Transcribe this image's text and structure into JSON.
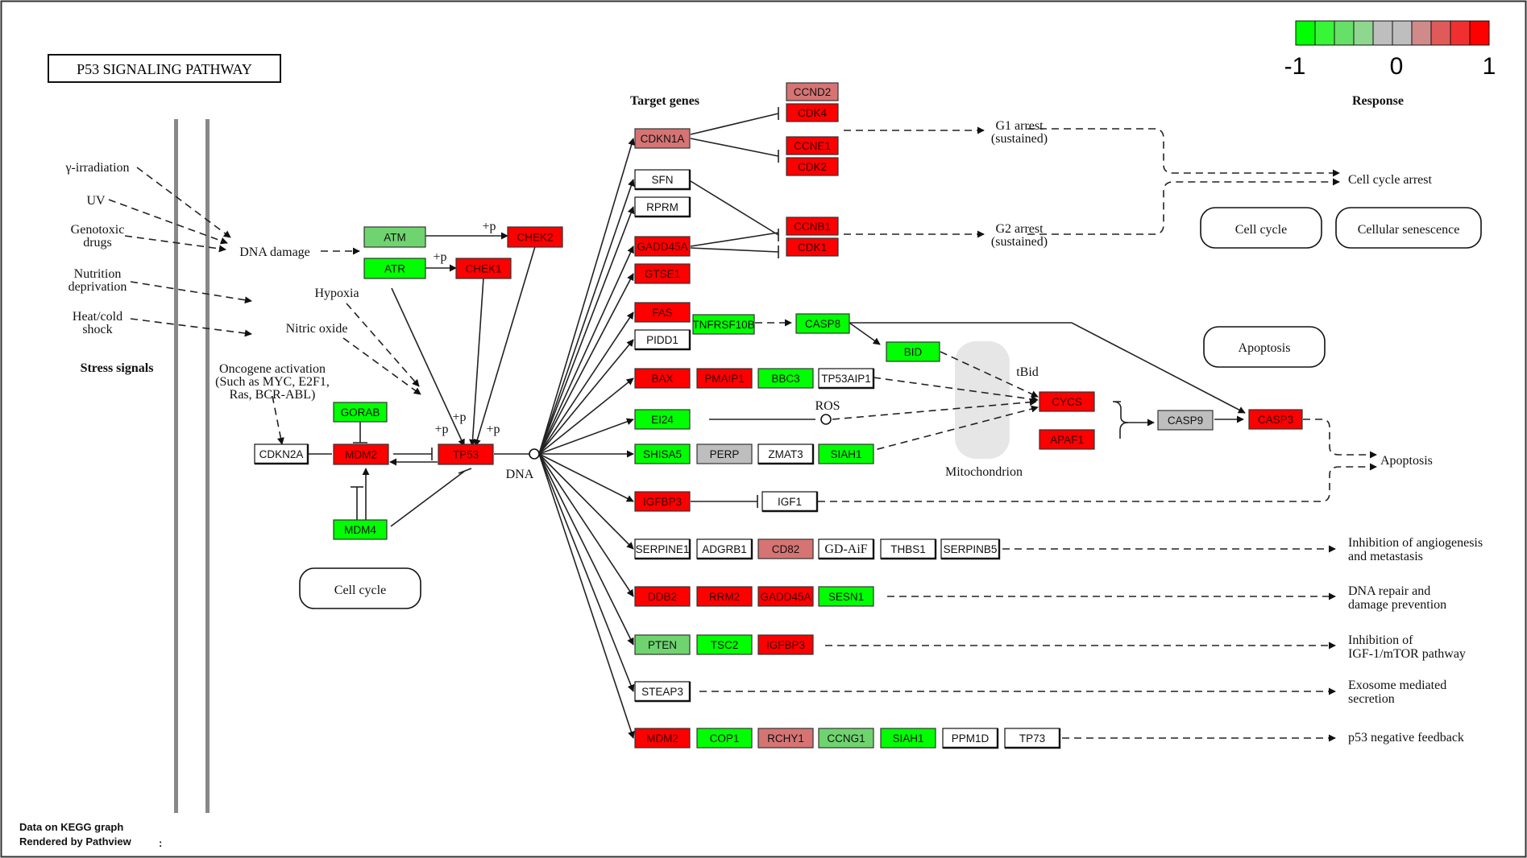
{
  "title": "P53  SIGNALING  PATHWAY",
  "colors": {
    "up": "#ff0000",
    "up_mid": "#d67474",
    "neutral": "#bebebe",
    "down_mid": "#6fd46f",
    "down": "#00ff00",
    "none": "#ffffff"
  },
  "legend": {
    "min_label": "-1",
    "mid_label": "0",
    "max_label": "1",
    "colors": [
      "#00ff00",
      "#38f538",
      "#66e066",
      "#8fd68f",
      "#bebebe",
      "#bebebe",
      "#d08a8a",
      "#e05a5a",
      "#f03030",
      "#ff0000"
    ]
  },
  "labels": {
    "target_genes": "Target genes",
    "response": "Response",
    "stress_signals": "Stress signals",
    "gamma": "γ-irradiation",
    "uv": "UV",
    "genotoxic_1": "Genotoxic",
    "genotoxic_2": "drugs",
    "nutrition_1": "Nutrition",
    "nutrition_2": "deprivation",
    "heat_1": "Heat/cold",
    "heat_2": "shock",
    "dna_damage": "DNA damage",
    "hypoxia": "Hypoxia",
    "nitric_oxide": "Nitric oxide",
    "oncogene_1": "Oncogene activation",
    "oncogene_2": "(Such as MYC, E2F1,",
    "oncogene_3": "Ras, BCR-ABL)",
    "dna": "DNA",
    "plus_p": "+p",
    "ros": "ROS",
    "tbid": "tBid",
    "mitochondrion": "Mitochondrion",
    "g1_1": "G1 arrest",
    "g1_2": "(sustained)",
    "g2_1": "G2 arrest",
    "g2_2": "(sustained)",
    "cell_cycle_arrest": "Cell cycle arrest",
    "apoptosis": "Apoptosis",
    "angio_1": "Inhibition of angiogenesis",
    "angio_2": "and metastasis",
    "dnarepair_1": "DNA repair and",
    "dnarepair_2": "damage prevention",
    "igf_1": "Inhibition of",
    "igf_2": "IGF-1/mTOR pathway",
    "exo_1": "Exosome mediated",
    "exo_2": "secretion",
    "feedback": "p53 negative feedback",
    "footer_1": "Data on KEGG graph",
    "footer_2": "Rendered by Pathview",
    "footer_mark": ":"
  },
  "pathway_boxes": {
    "cell_cycle_left": "Cell cycle",
    "cell_cycle_right": "Cell cycle",
    "senescence": "Cellular senescence",
    "apoptosis": "Apoptosis"
  },
  "genes": {
    "ATM": {
      "label": "ATM",
      "status": "down_mid"
    },
    "ATR": {
      "label": "ATR",
      "status": "down"
    },
    "CHEK2": {
      "label": "CHEK2",
      "status": "up"
    },
    "CHEK1": {
      "label": "CHEK1",
      "status": "up"
    },
    "GORAB": {
      "label": "GORAB",
      "status": "down"
    },
    "CDKN2A": {
      "label": "CDKN2A",
      "status": "none"
    },
    "MDM2_core": {
      "label": "MDM2",
      "status": "up"
    },
    "TP53": {
      "label": "TP53",
      "status": "up"
    },
    "MDM4": {
      "label": "MDM4",
      "status": "down"
    },
    "CCND2": {
      "label": "CCND2",
      "status": "up_mid"
    },
    "CDK4": {
      "label": "CDK4",
      "status": "up"
    },
    "CCNE1": {
      "label": "CCNE1",
      "status": "up"
    },
    "CDK2": {
      "label": "CDK2",
      "status": "up"
    },
    "CCNB1": {
      "label": "CCNB1",
      "status": "up"
    },
    "CDK1": {
      "label": "CDK1",
      "status": "up"
    },
    "CDKN1A": {
      "label": "CDKN1A",
      "status": "up_mid"
    },
    "SFN": {
      "label": "SFN",
      "status": "none"
    },
    "RPRM": {
      "label": "RPRM",
      "status": "none"
    },
    "GADD45A": {
      "label": "GADD45A",
      "status": "up"
    },
    "GTSE1": {
      "label": "GTSE1",
      "status": "up"
    },
    "FAS": {
      "label": "FAS",
      "status": "up"
    },
    "PIDD1": {
      "label": "PIDD1",
      "status": "none"
    },
    "TNFRSF10B": {
      "label": "TNFRSF10B",
      "status": "down"
    },
    "CASP8": {
      "label": "CASP8",
      "status": "down"
    },
    "BID": {
      "label": "BID",
      "status": "down"
    },
    "BAX": {
      "label": "BAX",
      "status": "up"
    },
    "PMAIP1": {
      "label": "PMAIP1",
      "status": "up"
    },
    "BBC3": {
      "label": "BBC3",
      "status": "down"
    },
    "TP53AIP1": {
      "label": "TP53AIP1",
      "status": "none"
    },
    "CYCS": {
      "label": "CYCS",
      "status": "up"
    },
    "APAF1": {
      "label": "APAF1",
      "status": "up"
    },
    "CASP9": {
      "label": "CASP9",
      "status": "neutral"
    },
    "CASP3": {
      "label": "CASP3",
      "status": "up"
    },
    "EI24": {
      "label": "EI24",
      "status": "down"
    },
    "SHISA5": {
      "label": "SHISA5",
      "status": "down"
    },
    "PERP": {
      "label": "PERP",
      "status": "neutral"
    },
    "ZMAT3": {
      "label": "ZMAT3",
      "status": "none"
    },
    "SIAH1_a": {
      "label": "SIAH1",
      "status": "down"
    },
    "IGFBP3_a": {
      "label": "IGFBP3",
      "status": "up"
    },
    "IGF1": {
      "label": "IGF1",
      "status": "none"
    },
    "SERPINE1": {
      "label": "SERPINE1",
      "status": "none"
    },
    "ADGRB1": {
      "label": "ADGRB1",
      "status": "none"
    },
    "CD82": {
      "label": "CD82",
      "status": "up_mid"
    },
    "GDAIF": {
      "label": "GD-AiF",
      "status": "none"
    },
    "THBS1": {
      "label": "THBS1",
      "status": "none"
    },
    "SERPINB5": {
      "label": "SERPINB5",
      "status": "none"
    },
    "DDB2": {
      "label": "DDB2",
      "status": "up"
    },
    "RRM2": {
      "label": "RRM2",
      "status": "up"
    },
    "GADD45A_b": {
      "label": "GADD45A",
      "status": "up"
    },
    "SESN1": {
      "label": "SESN1",
      "status": "down"
    },
    "PTEN": {
      "label": "PTEN",
      "status": "down_mid"
    },
    "TSC2": {
      "label": "TSC2",
      "status": "down"
    },
    "IGFBP3_b": {
      "label": "IGFBP3",
      "status": "up"
    },
    "STEAP3": {
      "label": "STEAP3",
      "status": "none"
    },
    "MDM2_fb": {
      "label": "MDM2",
      "status": "up"
    },
    "COP1": {
      "label": "COP1",
      "status": "down"
    },
    "RCHY1": {
      "label": "RCHY1",
      "status": "up_mid"
    },
    "CCNG1": {
      "label": "CCNG1",
      "status": "down_mid"
    },
    "SIAH1_b": {
      "label": "SIAH1",
      "status": "down"
    },
    "PPM1D": {
      "label": "PPM1D",
      "status": "none"
    },
    "TP73": {
      "label": "TP73",
      "status": "none"
    }
  }
}
